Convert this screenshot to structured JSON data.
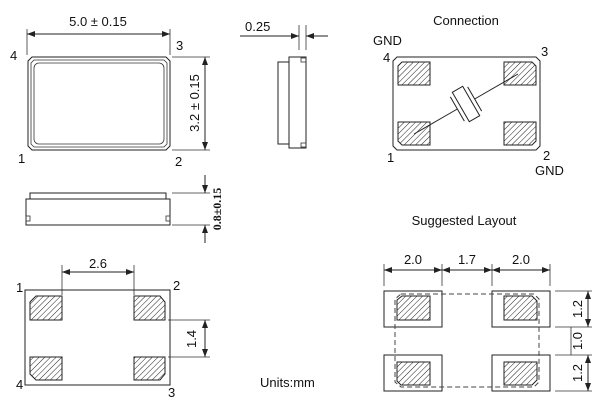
{
  "top_view": {
    "width_dim": "5.0 ± 0.15",
    "height_dim": "3.2 ± 0.15",
    "pins": [
      "1",
      "2",
      "3",
      "4"
    ]
  },
  "side_view": {
    "dim": "0.25"
  },
  "front_view": {
    "dim": "0.8±0.15"
  },
  "bottom_view": {
    "pitch_dim": "2.6",
    "pad_dim": "1.4",
    "pins": [
      "1",
      "2",
      "3",
      "4"
    ]
  },
  "connection": {
    "title": "Connection",
    "pins": [
      "1",
      "2",
      "3",
      "4"
    ],
    "gnd_top": "GND",
    "gnd_bottom": "GND"
  },
  "layout": {
    "title": "Suggested Layout",
    "dims_h": [
      "2.0",
      "1.7",
      "2.0"
    ],
    "dims_v": [
      "1.2",
      "1.0",
      "1.2"
    ]
  },
  "units": "Units:mm"
}
